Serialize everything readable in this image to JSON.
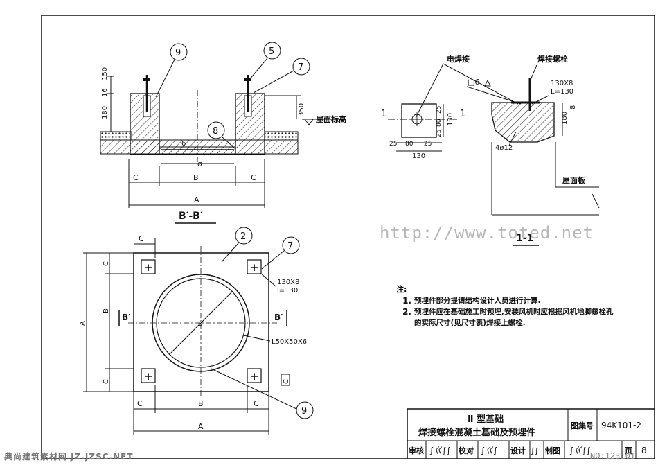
{
  "section_bb": {
    "title": "B′-B′",
    "dim_labels": {
      "c_left": "C",
      "b": "B",
      "c_right": "C",
      "a": "A",
      "diameter": "ø",
      "six": "6"
    },
    "height_labels": {
      "h150": "150",
      "h180": "180",
      "h16": "16",
      "h350": "350"
    },
    "roof_elevation": "屋面标高",
    "callouts": {
      "c9": "9",
      "c5": "5",
      "c7": "7",
      "c8": "8"
    }
  },
  "section_11": {
    "title": "1-1",
    "weld_label": "电焊接",
    "bolt_label": "焊接螺栓",
    "weld_symbol": "□6",
    "plate_spec": "130X8",
    "plate_length": "L=130",
    "rebar": "4ø12",
    "roof_slab": "屋面板",
    "h180": "180",
    "h8": "8"
  },
  "plate_detail": {
    "dims_v": [
      "25",
      "80",
      "25"
    ],
    "dims_h": [
      "25",
      "80",
      "25"
    ],
    "total_h": "130",
    "total_v": "130",
    "section_mark": "1"
  },
  "plan": {
    "callouts": {
      "c2": "2",
      "c7": "7",
      "c9": "9"
    },
    "plate_spec": "130X8",
    "plate_length": "l=130",
    "angle_spec": "L50X50X6",
    "cut_left": "B′",
    "cut_right": "B′",
    "diameter": "ø",
    "dims_top": "C",
    "dims_bottom": {
      "c_left": "C",
      "b": "B",
      "c_right": "C",
      "a": "A"
    },
    "dims_left": {
      "c_top": "C",
      "b": "B",
      "c_bottom": "C",
      "a": "A"
    },
    "c_right": "C"
  },
  "notes": {
    "header": "注:",
    "items": [
      {
        "num": "1.",
        "text": "预埋件部分提请结构设计人员进行计算."
      },
      {
        "num": "2.",
        "text": "预埋件应在基础施工时预埋,安装风机时应根据风机地脚螺栓孔的实际尺寸(见尺寸表)焊接上螺栓."
      }
    ]
  },
  "title_block": {
    "title_line1": "Ⅱ 型基础",
    "title_line2": "焊接螺栓混凝土基础及预埋件",
    "atlas_label": "图集号",
    "atlas_number": "94K101-2",
    "review": "审核",
    "check": "校对",
    "design": "设计",
    "draw": "制图",
    "page_label": "页",
    "page_number": "8"
  },
  "watermark": "http://www.toted.net",
  "footer_left": "典尚建筑素材网 JZ.JZSC.NET",
  "footer_right": "NO:123101"
}
